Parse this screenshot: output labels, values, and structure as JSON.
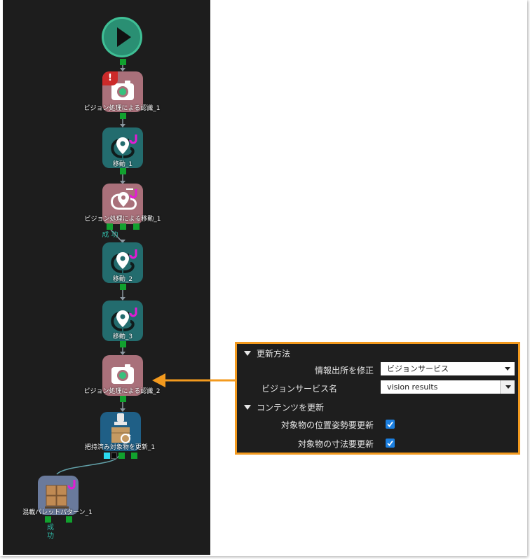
{
  "workflow": {
    "nodes": {
      "vision_recognize_1": "ビジョン処理による認識_1",
      "move_1": "移動_1",
      "vision_move_1": "ビジョン処理による移動_1",
      "move_2": "移動_2",
      "move_3": "移動_3",
      "vision_recognize_2": "ビジョン処理による認識_2",
      "update_held_object_1": "把持済み対象物を更新_1",
      "mixed_pallet_pattern_1": "混載パレットパターン_1"
    },
    "port_results": {
      "vision_move_1": "成\n功",
      "mixed_pallet_pattern_1": "成\n功"
    }
  },
  "panel": {
    "section_update_method": "更新方法",
    "info_source_label": "情報出所を修正",
    "info_source_value": "ビジョンサービス",
    "vision_service_name_label": "ビジョンサービス名",
    "vision_service_name_value": "vision results",
    "section_update_content": "コンテンツを更新",
    "update_pose_label": "対象物の位置姿勢要更新",
    "update_size_label": "対象物の寸法要更新",
    "update_pose_checked": true,
    "update_size_checked": true
  },
  "colors": {
    "canvas_bg": "#1d1d1d",
    "highlight_orange": "#f39a1e",
    "vision_node": "#a9707a",
    "move_node": "#236c6e",
    "port_green": "#11a12e",
    "accent_magenta": "#e31bd5",
    "checkbox_blue": "#1b7fe0"
  }
}
